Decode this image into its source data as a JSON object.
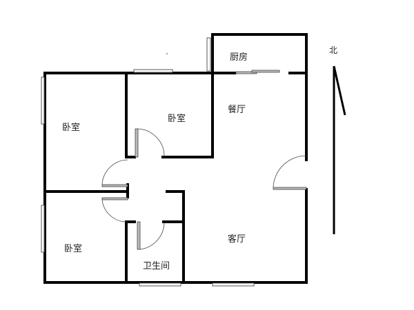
{
  "plan": {
    "rooms": [
      {
        "id": "kitchen",
        "label": "厨房"
      },
      {
        "id": "dining",
        "label": "餐厅"
      },
      {
        "id": "bedroom-nw",
        "label": "卧室"
      },
      {
        "id": "bedroom-n",
        "label": "卧室"
      },
      {
        "id": "bedroom-sw",
        "label": "卧室"
      },
      {
        "id": "bathroom",
        "label": "卫生间"
      },
      {
        "id": "living",
        "label": "客厅"
      }
    ],
    "compass": {
      "label": "北",
      "icon": "north-arrow-icon"
    }
  },
  "colors": {
    "wall": "#000000",
    "window": "#555555",
    "door": "#bbbbbb",
    "background": "#ffffff"
  }
}
